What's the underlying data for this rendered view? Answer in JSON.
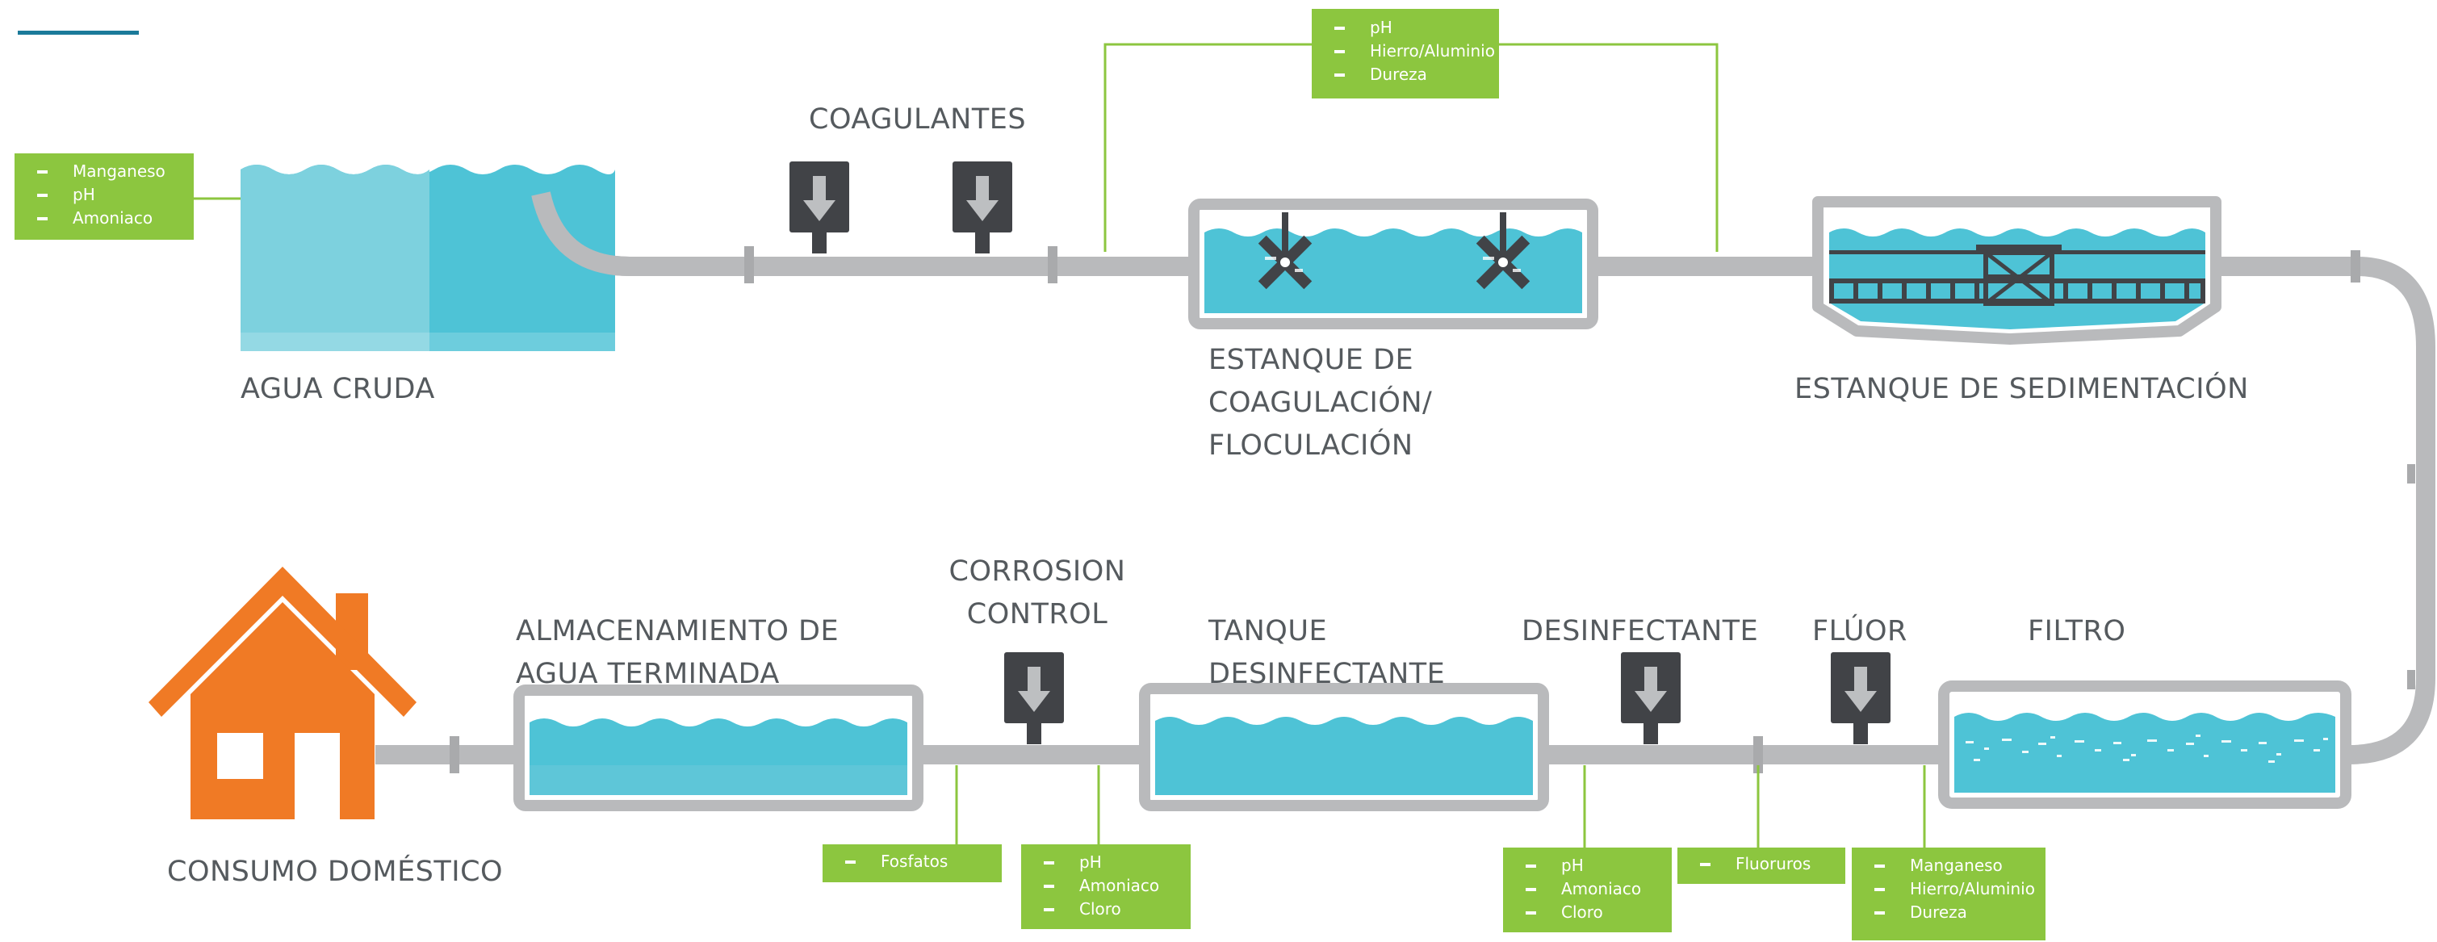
{
  "stages": {
    "agua_cruda": "AGUA CRUDA",
    "coagulantes": "COAGULANTES",
    "coagulacion": [
      "ESTANQUE DE",
      "COAGULACIÓN/",
      "FLOCULACIÓN"
    ],
    "sedimentacion": "ESTANQUE DE SEDIMENTACIÓN",
    "filtro": "FILTRO",
    "fluor": "FLÚOR",
    "desinfectante": "DESINFECTANTE",
    "tanque_desinfectante": [
      "TANQUE",
      "DESINFECTANTE"
    ],
    "corrosion_control": [
      "CORROSION",
      "CONTROL"
    ],
    "almacenamiento": [
      "ALMACENAMIENTO DE",
      "AGUA TERMINADA"
    ],
    "consumo": "CONSUMO DOMÉSTICO"
  },
  "parameter_boxes": {
    "raw_water": [
      "Manganeso",
      "pH",
      "Amoniaco"
    ],
    "coagulation": [
      "pH",
      "Hierro/Aluminio",
      "Dureza"
    ],
    "storage": [
      "Fosfatos"
    ],
    "corrosion": [
      "pH",
      "Amoniaco",
      "Cloro"
    ],
    "disinfection": [
      "pH",
      "Amoniaco",
      "Cloro"
    ],
    "fluoride": [
      "Fluoruros"
    ],
    "filter": [
      "Manganeso",
      "Hierro/Aluminio",
      "Dureza"
    ]
  },
  "icons": [
    "dosing-pump-icon",
    "down-arrow-icon",
    "mixer-icon",
    "sedimentation-bridge-icon",
    "house-icon",
    "pipe-flange-icon"
  ],
  "colors": {
    "water": "#4ec3d6",
    "water_light": "#7dd1de",
    "pipe": "#b9babc",
    "pump": "#414347",
    "box_green": "#8cc63f",
    "house": "#f07a25",
    "text": "#555a5e",
    "accent_line": "#1b7a9a"
  }
}
